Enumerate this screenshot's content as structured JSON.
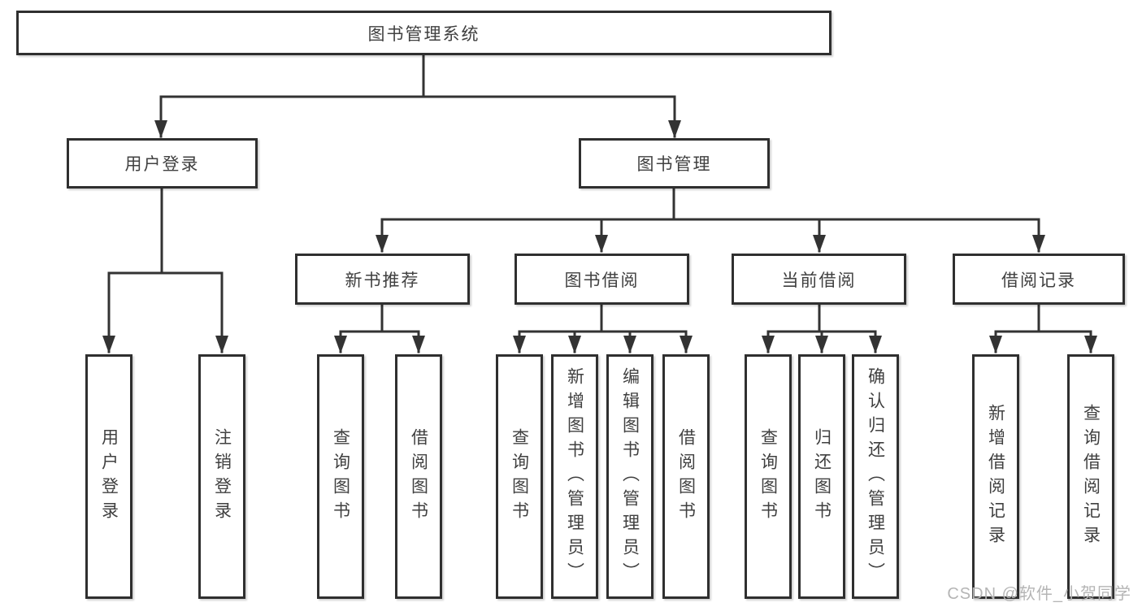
{
  "diagram": {
    "root": {
      "label": "图书管理系统"
    },
    "branches": [
      {
        "label": "用户登录",
        "children": [
          {
            "label": "用户登录"
          },
          {
            "label": "注销登录"
          }
        ]
      },
      {
        "label": "图书管理",
        "children": [
          {
            "label": "新书推荐",
            "children": [
              {
                "label": "查询图书"
              },
              {
                "label": "借阅图书"
              }
            ]
          },
          {
            "label": "图书借阅",
            "children": [
              {
                "label": "查询图书"
              },
              {
                "label": "新增图书（管理员）"
              },
              {
                "label": "编辑图书（管理员）"
              },
              {
                "label": "借阅图书"
              }
            ]
          },
          {
            "label": "当前借阅",
            "children": [
              {
                "label": "查询图书"
              },
              {
                "label": "归还图书"
              },
              {
                "label": "确认归还（管理员）"
              }
            ]
          },
          {
            "label": "借阅记录",
            "children": [
              {
                "label": "新增借阅记录"
              },
              {
                "label": "查询借阅记录"
              }
            ]
          }
        ]
      }
    ]
  },
  "watermark": {
    "text": "CSDN @软件_小贺同学"
  },
  "colors": {
    "line": "#333333",
    "box_border": "#2f2f2f",
    "text": "#404040",
    "watermark": "#b5b5b5",
    "background": "#ffffff"
  }
}
